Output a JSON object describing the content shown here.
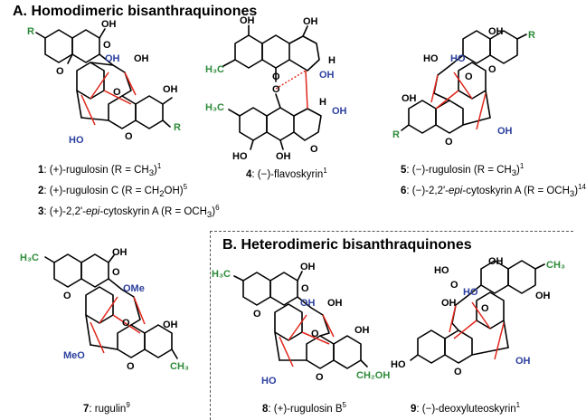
{
  "section_a": {
    "title": "A. Homodimeric bisanthraquinones"
  },
  "section_b": {
    "title": "B. Heterodimeric bisanthraquinones"
  },
  "compounds": [
    {
      "lines": [
        {
          "num": "1",
          "text": ": (+)-rugulosin (R = CH",
          "sub": "3",
          "text2": ")",
          "sup": "1"
        },
        {
          "num": "2",
          "text": ": (+)-rugulosin C (R = CH",
          "sub": "2",
          "text2": "OH)",
          "sup": "5"
        },
        {
          "num": "3",
          "text": ": (+)-2,2'-",
          "ital": "epi",
          "text2": "-cytoskyrin A (R = OCH",
          "sub2": "3",
          "text3": ")",
          "sup": "6"
        }
      ]
    },
    {
      "lines": [
        {
          "num": "4",
          "text": ": (−)-flavoskyrin",
          "sup": "1"
        }
      ]
    },
    {
      "lines": [
        {
          "num": "5",
          "text": ": (−)-rugulosin (R = CH",
          "sub": "3",
          "text2": ")",
          "sup": "1"
        },
        {
          "num": "6",
          "text": ": (−)-2,2'-",
          "ital": "epi",
          "text2": "-cytoskyrin A (R = OCH",
          "sub2": "3",
          "text3": ")",
          "sup": "14"
        }
      ]
    },
    {
      "lines": [
        {
          "num": "7",
          "text": ": rugulin",
          "sup": "9"
        }
      ]
    },
    {
      "lines": [
        {
          "num": "8",
          "text": ": (+)-rugulosin B",
          "sup": "5"
        }
      ]
    },
    {
      "lines": [
        {
          "num": "9",
          "text": ": (−)-deoxyluteoskyrin",
          "sup": "1"
        }
      ]
    }
  ],
  "atoms": {
    "r": "R",
    "oh": "OH",
    "o": "O",
    "ho": "HO",
    "h": "H",
    "h3c": "H₃C",
    "ome": "OMe",
    "meo": "MeO",
    "ch2oh": "CH₂OH",
    "ch3": "CH₃"
  },
  "colors": {
    "oxygen_blue": "#2b3f9e",
    "r_group_green": "#2e8b3a",
    "bridge_red": "#e0261b"
  }
}
